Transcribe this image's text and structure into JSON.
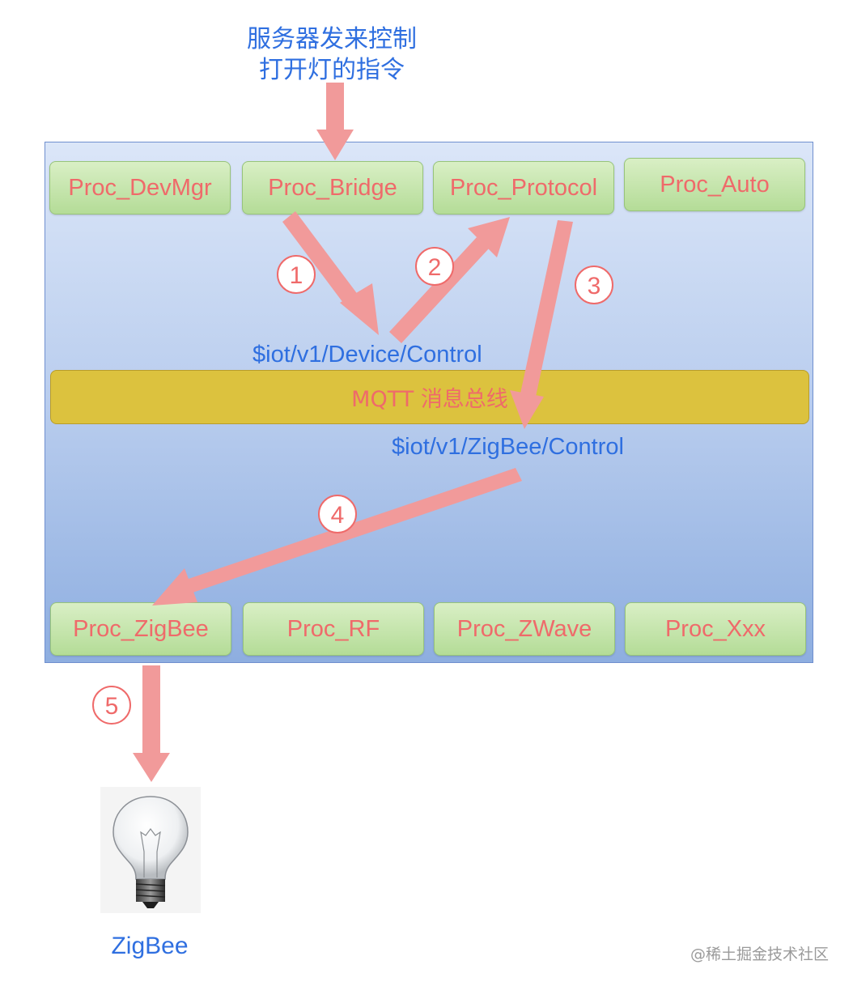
{
  "title": {
    "line1": "服务器发来控制",
    "line2": "打开灯的指令"
  },
  "top_processes": [
    "Proc_DevMgr",
    "Proc_Bridge",
    "Proc_Protocol",
    "Proc_Auto"
  ],
  "bottom_processes": [
    "Proc_ZigBee",
    "Proc_RF",
    "Proc_ZWave",
    "Proc_Xxx"
  ],
  "bus": {
    "label": "MQTT 消息总线"
  },
  "topics": {
    "device_control": "$iot/v1/Device/Control",
    "zigbee_control": "$iot/v1/ZigBee/Control"
  },
  "steps": [
    "1",
    "2",
    "3",
    "4",
    "5"
  ],
  "device": {
    "label": "ZigBee"
  },
  "watermark": "@稀土掘金技术社区",
  "colors": {
    "process_text": "#ef6a6a",
    "topic_text": "#2f6fe0",
    "arrow": "#f19a9a",
    "bus_fill": "#dcc23e",
    "process_fill": "#b4dc97"
  }
}
